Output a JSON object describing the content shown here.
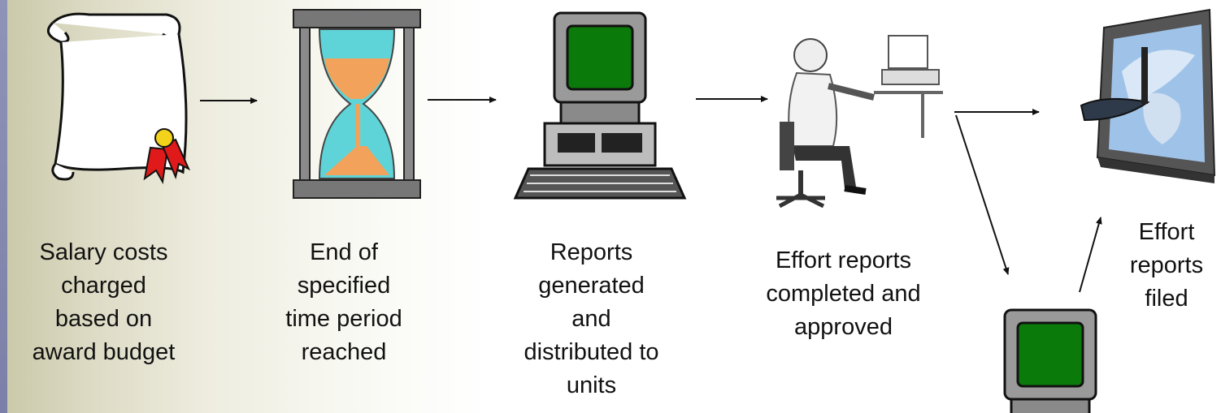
{
  "steps": [
    {
      "label": "Salary costs\ncharged\nbased on\naward budget",
      "icon": "scroll-certificate-icon"
    },
    {
      "label": "End  of\nspecified\ntime  period\nreached",
      "icon": "hourglass-icon"
    },
    {
      "label": "Reports\ngenerated\nand\ndistributed to\nunits",
      "icon": "computer-terminal-icon"
    },
    {
      "label": "Effort reports\ncompleted and\napproved",
      "icon": "person-at-desk-icon"
    },
    {
      "label": "Effort\nreports\nfiled",
      "icon": "monitor-filing-icon"
    }
  ],
  "branch_icon": "computer-terminal-icon",
  "colors": {
    "screen_green": "#0a7a0a",
    "hourglass_sand": "#f2a25a",
    "hourglass_glass": "#5fd4d8",
    "ribbon_red": "#e01a1a",
    "seal_gold": "#f2d21a"
  }
}
